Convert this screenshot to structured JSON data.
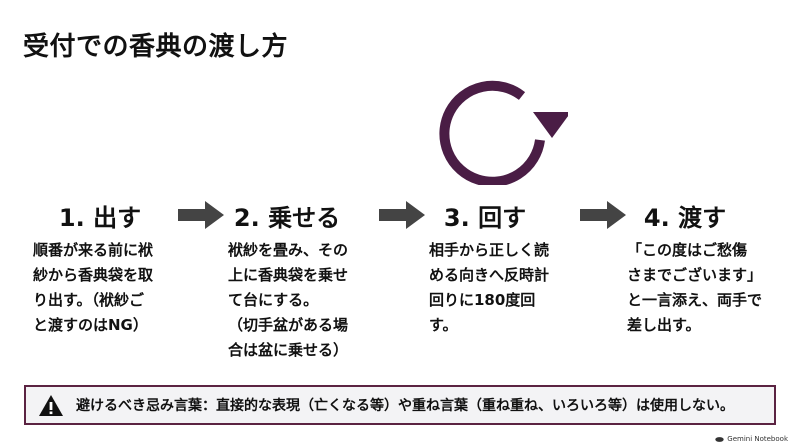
{
  "title": "受付での香典の渡し方",
  "steps": [
    {
      "title": "1. 出す",
      "lines": [
        "順番が来る前に袱",
        "紗から香典袋を取",
        "り出す。（袱紗ご",
        "と渡すのはNG）"
      ]
    },
    {
      "title": "2. 乗せる",
      "lines": [
        "袱紗を畳み、その",
        "上に香典袋を乗せ",
        "て台にする。",
        "（切手盆がある場",
        "合は盆に乗せる）"
      ]
    },
    {
      "title": "3. 回す",
      "lines": [
        "相手から正しく読",
        "める向きへ反時計",
        "回りに180度回",
        "す。"
      ]
    },
    {
      "title": "4. 渡す",
      "lines": [
        "「この度はご愁傷",
        "さまでございます」",
        "と一言添え、両手で",
        "差し出す。"
      ]
    }
  ],
  "notice": {
    "icon": "warning-triangle-icon",
    "text": "避けるべき忌み言葉：直接的な表現（亡くなる等）や重ね言葉（重ね重ね、いろいろ等）は使用しない。"
  },
  "brand": {
    "text": "Gemini Notebook"
  },
  "colors": {
    "accent": "#4a1d45",
    "arrow": "#444444",
    "notice_border": "#5b2342"
  }
}
